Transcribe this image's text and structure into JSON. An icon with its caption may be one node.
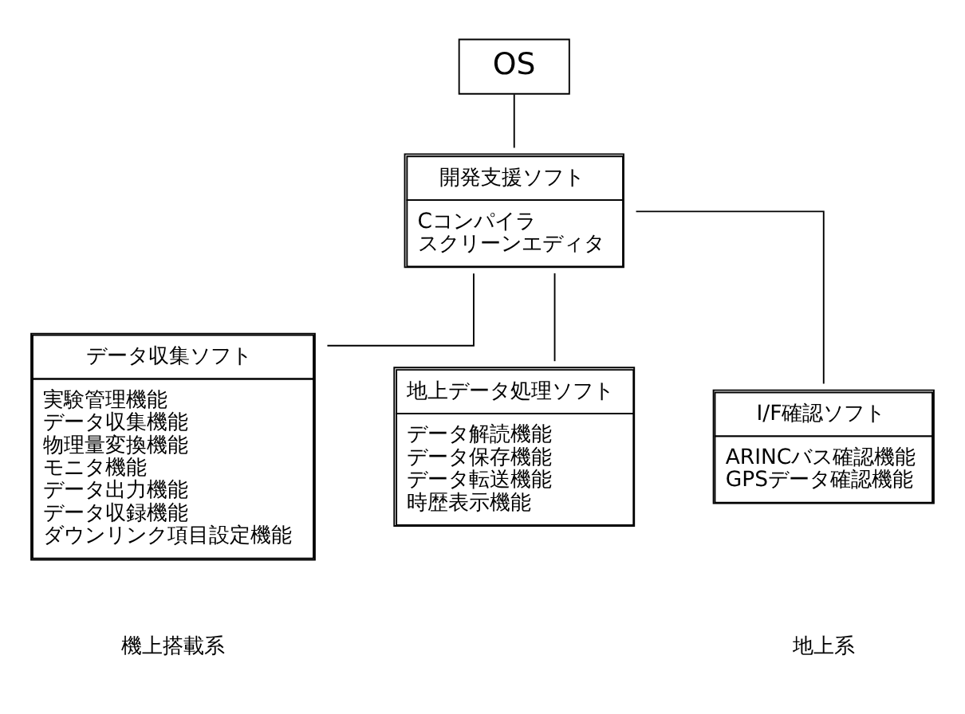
{
  "diagram": {
    "nodes": [
      {
        "text": [
          "OS"
        ]
      },
      {
        "text": [
          "開発支援ソフト",
          "Cコンパイラ",
          "スクリーンエディタ"
        ]
      },
      {
        "text": [
          "データ収集ソフト",
          "実験管理機能",
          "データ収集機能",
          "物理量変換機能",
          "モニタ機能",
          "データ出力機能",
          "データ収録機能",
          "ダウンリンク項目設定機能"
        ]
      },
      {
        "text": [
          "地上データ処理ソフト",
          "データ解読機能",
          "データ保存機能",
          "データ転送機能",
          "時歴表示機能"
        ]
      },
      {
        "text": [
          "I/F確認ソフト",
          "ARINCバス確認機能",
          "GPSデータ確認機能"
        ]
      }
    ],
    "edges": [
      {
        "from": 0,
        "to": 1,
        "arrow": "none"
      },
      {
        "from": 1,
        "to": 2,
        "arrow": "none"
      },
      {
        "from": 1,
        "to": 3,
        "arrow": "none"
      },
      {
        "from": 1,
        "to": 4,
        "arrow": "none"
      }
    ],
    "labels": [
      "機上搭載系",
      "地上系"
    ]
  }
}
